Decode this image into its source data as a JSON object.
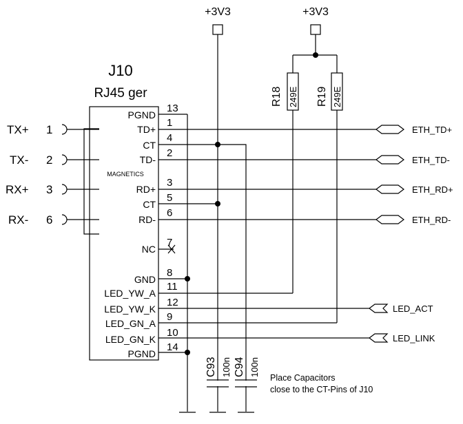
{
  "connector": {
    "ref": "J10",
    "value": "RJ45 ger",
    "magnetics_label": "MAGNETICS"
  },
  "supply": {
    "left": "+3V3",
    "right": "+3V3"
  },
  "resistors": [
    {
      "ref": "R18",
      "value": "249E"
    },
    {
      "ref": "R19",
      "value": "249E"
    }
  ],
  "left_pins": [
    {
      "name": "TX+",
      "num": "1"
    },
    {
      "name": "TX-",
      "num": "2"
    },
    {
      "name": "RX+",
      "num": "3"
    },
    {
      "name": "RX-",
      "num": "6"
    }
  ],
  "right_pins": [
    {
      "name": "PGND",
      "num": "13"
    },
    {
      "name": "TD+",
      "num": "1"
    },
    {
      "name": "CT",
      "num": "4"
    },
    {
      "name": "TD-",
      "num": "2"
    },
    {
      "name": "RD+",
      "num": "3"
    },
    {
      "name": "CT",
      "num": "5"
    },
    {
      "name": "RD-",
      "num": "6"
    },
    {
      "name": "NC",
      "num": "7"
    },
    {
      "name": "GND",
      "num": "8"
    },
    {
      "name": "LED_YW_A",
      "num": "11"
    },
    {
      "name": "LED_YW_K",
      "num": "12"
    },
    {
      "name": "LED_GN_A",
      "num": "9"
    },
    {
      "name": "LED_GN_K",
      "num": "10"
    },
    {
      "name": "PGND",
      "num": "14"
    }
  ],
  "nets": [
    {
      "name": "ETH_TD+"
    },
    {
      "name": "ETH_TD-"
    },
    {
      "name": "ETH_RD+"
    },
    {
      "name": "ETH_RD-"
    },
    {
      "name": "LED_ACT"
    },
    {
      "name": "LED_LINK"
    }
  ],
  "capacitors": [
    {
      "ref": "C93",
      "value": "100n"
    },
    {
      "ref": "C94",
      "value": "100n"
    }
  ],
  "note": {
    "line1": "Place Capacitors",
    "line2": "close to the CT-Pins of J10"
  }
}
